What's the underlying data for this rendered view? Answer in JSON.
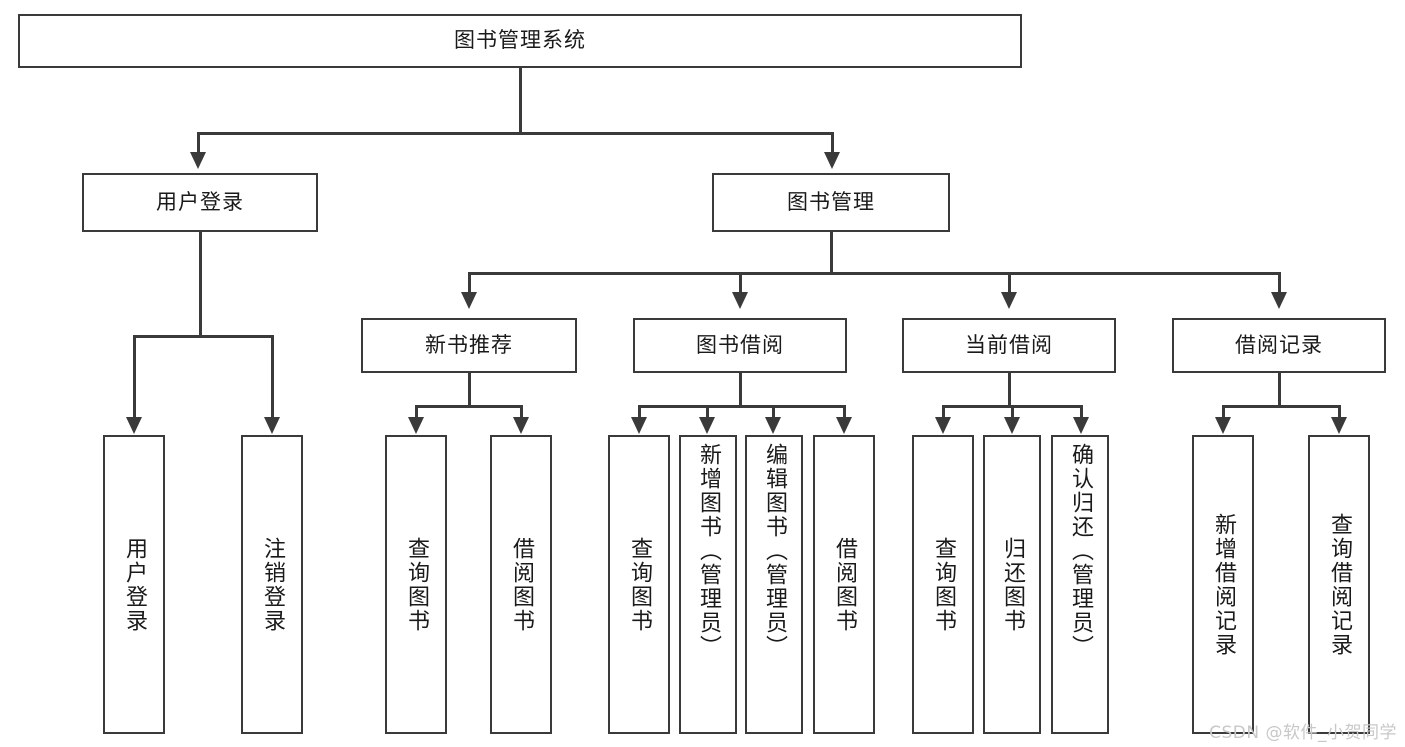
{
  "diagram": {
    "title": "图书管理系统",
    "type": "hierarchy-tree",
    "root": {
      "label": "图书管理系统"
    },
    "level2": [
      {
        "label": "用户登录"
      },
      {
        "label": "图书管理"
      }
    ],
    "level3": [
      {
        "label": "新书推荐"
      },
      {
        "label": "图书借阅"
      },
      {
        "label": "当前借阅"
      },
      {
        "label": "借阅记录"
      }
    ],
    "leaves": {
      "user_login": [
        {
          "label": "用户登录"
        },
        {
          "label": "注销登录"
        }
      ],
      "new_book_recommend": [
        {
          "label": "查询图书"
        },
        {
          "label": "借阅图书"
        }
      ],
      "book_borrow": [
        {
          "label": "查询图书"
        },
        {
          "label": "新增图书（管理员）"
        },
        {
          "label": "编辑图书（管理员）"
        },
        {
          "label": "借阅图书"
        }
      ],
      "current_borrow": [
        {
          "label": "查询图书"
        },
        {
          "label": "归还图书"
        },
        {
          "label": "确认归还（管理员）"
        }
      ],
      "borrow_record": [
        {
          "label": "新增借阅记录"
        },
        {
          "label": "查询借阅记录"
        }
      ]
    }
  },
  "watermark": {
    "text": "CSDN @软件_小贺同学"
  },
  "colors": {
    "border": "#3a3a3a",
    "background": "#ffffff",
    "text": "#1a1a1a",
    "watermark": "#c8c8c8"
  }
}
